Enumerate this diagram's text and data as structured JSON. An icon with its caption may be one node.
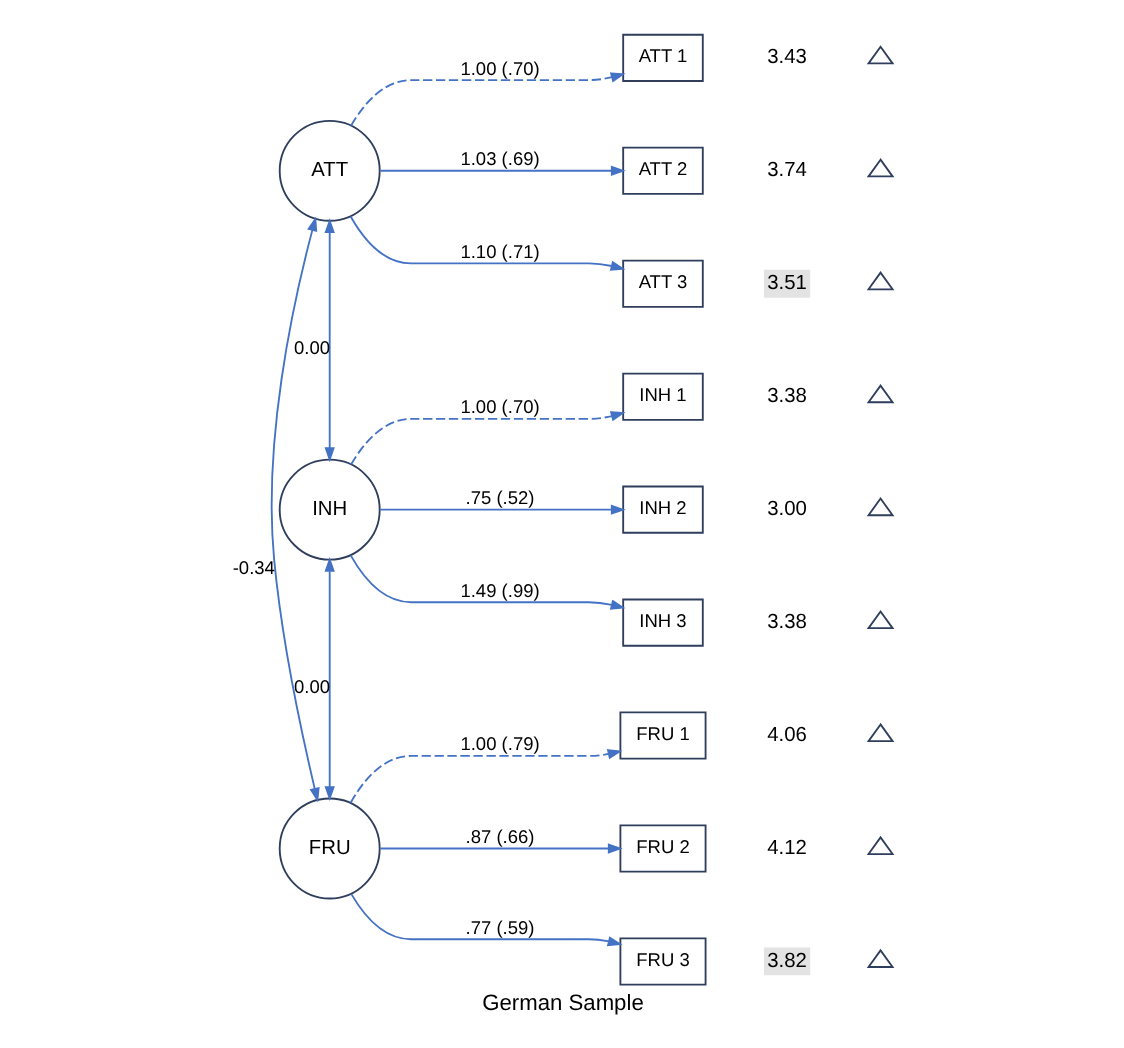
{
  "diagram": {
    "caption": "German Sample",
    "nodes": [
      {
        "text": [
          "ATT"
        ]
      },
      {
        "text": [
          "ATT 1"
        ],
        "beside": [
          "3.43"
        ]
      },
      {
        "text": [
          "ATT 2"
        ],
        "beside": [
          "3.74"
        ]
      },
      {
        "text": [
          "ATT 3"
        ],
        "beside": [
          "3.51"
        ]
      },
      {
        "text": [
          "INH"
        ]
      },
      {
        "text": [
          "INH 1"
        ],
        "beside": [
          "3.38"
        ]
      },
      {
        "text": [
          "INH 2"
        ],
        "beside": [
          "3.00"
        ]
      },
      {
        "text": [
          "INH 3"
        ],
        "beside": [
          "3.38"
        ]
      },
      {
        "text": [
          "FRU"
        ]
      },
      {
        "text": [
          "FRU 1"
        ],
        "beside": [
          "4.06"
        ]
      },
      {
        "text": [
          "FRU 2"
        ],
        "beside": [
          "4.12"
        ]
      },
      {
        "text": [
          "FRU 3"
        ],
        "beside": [
          "3.82"
        ]
      }
    ],
    "edges": [
      {
        "from": 0,
        "to": 1,
        "arrow": "to",
        "label": "1.00 (.70)",
        "style": "dashed"
      },
      {
        "from": 0,
        "to": 2,
        "arrow": "to",
        "label": "1.03 (.69)"
      },
      {
        "from": 0,
        "to": 3,
        "arrow": "to",
        "label": "1.10 (.71)"
      },
      {
        "from": 4,
        "to": 5,
        "arrow": "to",
        "label": "1.00 (.70)",
        "style": "dashed"
      },
      {
        "from": 4,
        "to": 6,
        "arrow": "to",
        "label": ".75 (.52)"
      },
      {
        "from": 4,
        "to": 7,
        "arrow": "to",
        "label": "1.49 (.99)"
      },
      {
        "from": 8,
        "to": 9,
        "arrow": "to",
        "label": "1.00 (.79)",
        "style": "dashed"
      },
      {
        "from": 8,
        "to": 10,
        "arrow": "to",
        "label": ".87 (.66)"
      },
      {
        "from": 8,
        "to": 11,
        "arrow": "to",
        "label": ".77 (.59)"
      },
      {
        "from": 0,
        "to": 4,
        "arrow": "both",
        "label": "0.00"
      },
      {
        "from": 4,
        "to": 8,
        "arrow": "both",
        "label": "0.00"
      },
      {
        "from": 0,
        "to": 8,
        "arrow": "both",
        "label": "-0.34"
      }
    ]
  }
}
